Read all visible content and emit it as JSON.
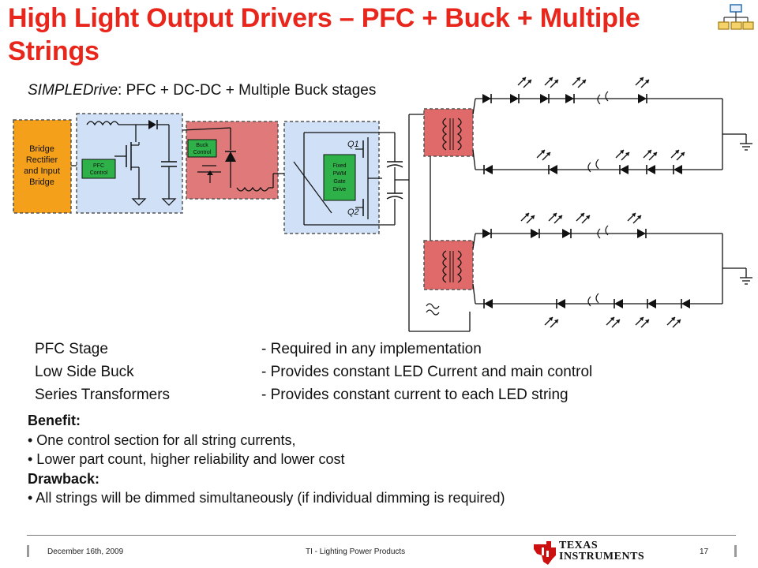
{
  "slide": {
    "title": "High Light Output Drivers – PFC + Buck + Multiple Strings",
    "subtitle_italic": "SIMPLEDrive",
    "subtitle_rest": ": PFC + DC-DC + Multiple Buck stages"
  },
  "diagram": {
    "bridge_label_1": "Bridge",
    "bridge_label_2": "Rectifier",
    "bridge_label_3": "and Input",
    "bridge_label_4": "Bridge",
    "pfc_label_1": "PFC",
    "pfc_label_2": "Control",
    "buck_label_1": "Buck",
    "buck_label_2": "Control",
    "pwm_label_1": "Fixed",
    "pwm_label_2": "PWM",
    "pwm_label_3": "Gate",
    "pwm_label_4": "Drive",
    "q1": "Q1",
    "q2": "Q2"
  },
  "stages": [
    {
      "name": "PFC Stage",
      "desc": "- Required in any implementation"
    },
    {
      "name": "Low Side Buck",
      "desc": "- Provides constant LED Current and main control"
    },
    {
      "name": "Series Transformers",
      "desc": "- Provides constant current to each LED string"
    }
  ],
  "notes": {
    "benefit_heading": "Benefit:",
    "benefit_1": "• One control  section for all string currents,",
    "benefit_2": "• Lower part count, higher reliability and lower cost",
    "drawback_heading": "Drawback:",
    "drawback_1": "• All strings will be dimmed simultaneously (if individual dimming is required)"
  },
  "footer": {
    "date": "December 16th, 2009",
    "center": "TI - Lighting Power Products",
    "page": "17",
    "brand_line_1": "TEXAS",
    "brand_line_2": "INSTRUMENTS"
  },
  "colors": {
    "title": "#e8261c",
    "bridge_fill": "#f5a01a",
    "pfc_fill": "#cfe0f7",
    "buck_fill": "#e07a7a",
    "transformer_fill": "#e06a6a",
    "pwm_fill": "#2fb14a"
  },
  "icons": [
    "org-chart-icon",
    "ti-logo-icon"
  ]
}
